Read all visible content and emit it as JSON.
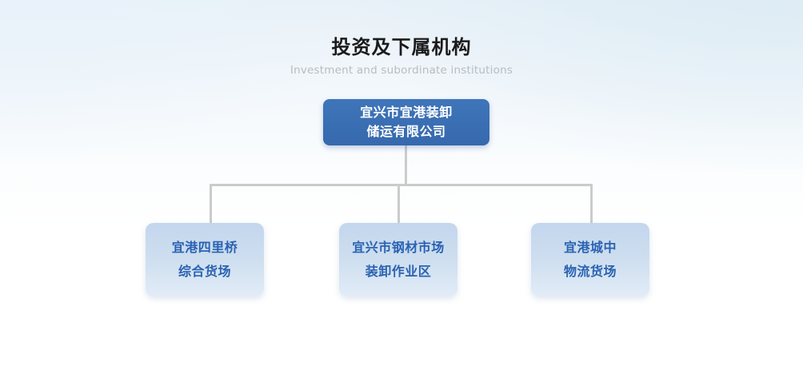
{
  "heading": {
    "title": "投资及下属机构",
    "subtitle": "Investment and subordinate institutions"
  },
  "colors": {
    "root_node_bg": "#3a6eb5",
    "root_node_text": "#ffffff",
    "child_node_bg": "#c8d9ee",
    "child_node_text": "#2a62b2",
    "connector_line": "#cbcbcb",
    "title_text": "#1b1b1b",
    "subtitle_text": "#b9bcc0",
    "page_background": "#e8f1f8"
  },
  "org_chart": {
    "root": {
      "label": "宜兴市宜港装卸\n储运有限公司"
    },
    "children": [
      {
        "label": "宜港四里桥\n综合货场"
      },
      {
        "label": "宜兴市钢材市场\n装卸作业区"
      },
      {
        "label": "宜港城中\n物流货场"
      }
    ]
  }
}
